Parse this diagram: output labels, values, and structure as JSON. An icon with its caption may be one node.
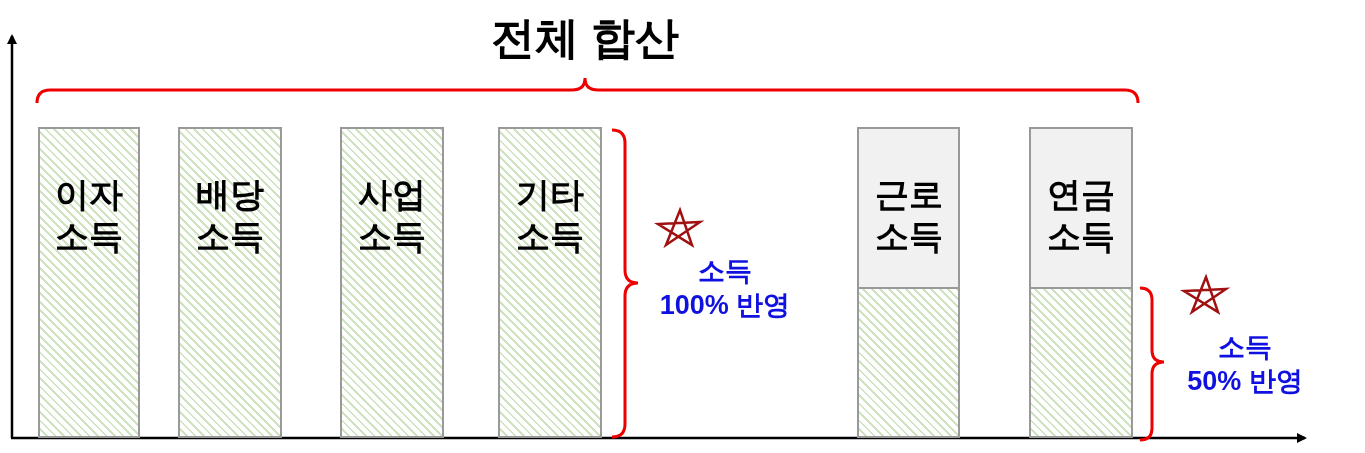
{
  "diagram": {
    "title": "전체 합산",
    "nodes": [
      {
        "text": [
          "이자 소득"
        ]
      },
      {
        "text": [
          "배당 소득"
        ]
      },
      {
        "text": [
          "사업 소득"
        ]
      },
      {
        "text": [
          "기타 소득"
        ]
      },
      {
        "text": [
          "근로 소득"
        ]
      },
      {
        "text": [
          "연금 소득"
        ]
      }
    ],
    "edges": [],
    "labels": [
      "소득 100% 반영",
      "소득 50% 반영"
    ]
  }
}
